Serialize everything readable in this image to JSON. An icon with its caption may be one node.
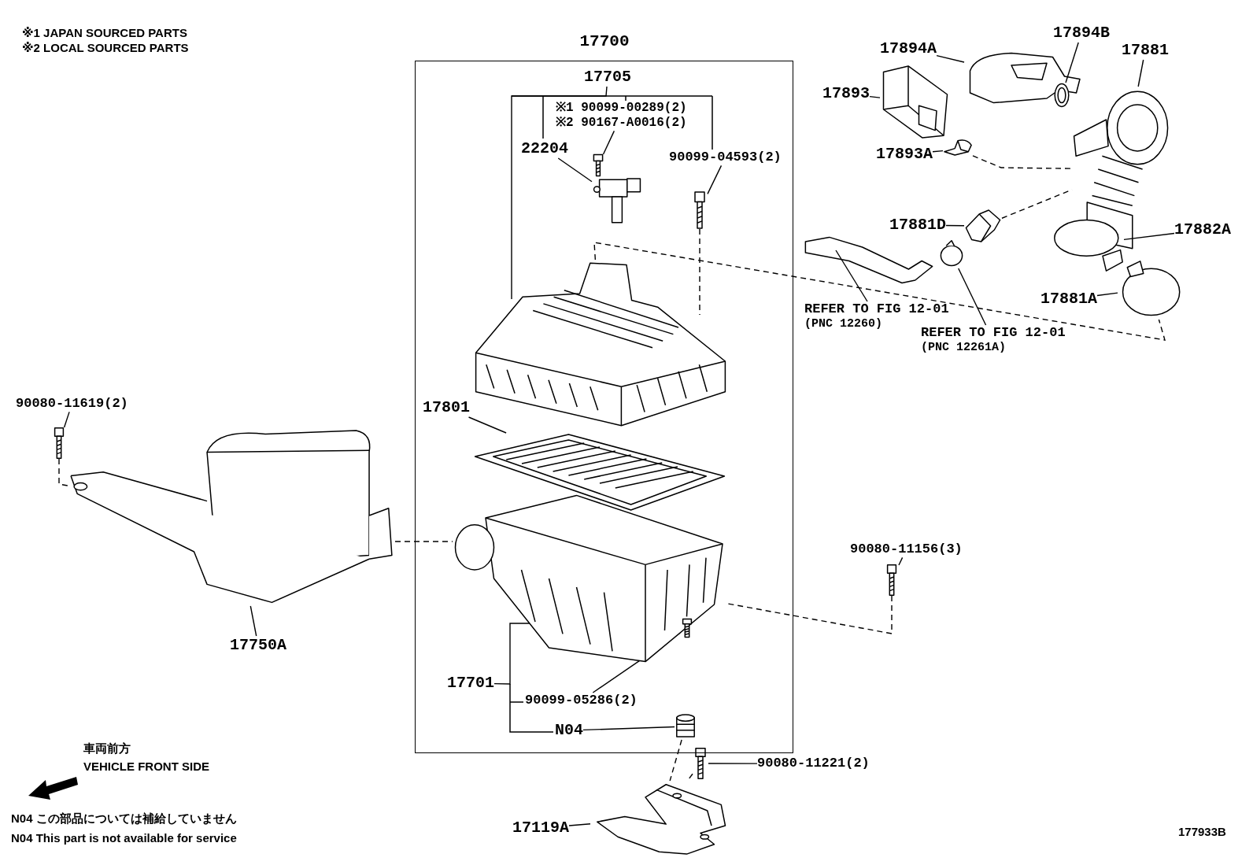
{
  "diagram": {
    "nodes": [
      {
        "text": [
          "17700"
        ]
      },
      {
        "text": [
          "17705"
        ],
        "in": 0
      },
      {
        "text": [
          "22204"
        ],
        "in": 0
      },
      {
        "text": [
          "※1 90099-00289(2)",
          "※2 90167-A0016(2)"
        ],
        "in": 0
      },
      {
        "text": [
          "90099-04593(2)"
        ],
        "in": 0
      },
      {
        "text": [],
        "shape": "picture",
        "in": 0
      },
      {
        "text": [],
        "shape": "picture",
        "in": 0
      },
      {
        "text": [],
        "shape": "picture",
        "in": 0
      },
      {
        "text": [],
        "shape": "picture",
        "in": 0
      },
      {
        "text": [
          "17801"
        ],
        "in": 0
      },
      {
        "text": [],
        "shape": "picture",
        "in": 0
      },
      {
        "text": [],
        "shape": "picture",
        "in": 0
      },
      {
        "text": [
          "17701"
        ],
        "in": 0
      },
      {
        "text": [
          "90099-05286(2)"
        ],
        "in": 0
      },
      {
        "text": [],
        "shape": "picture",
        "in": 0
      },
      {
        "text": [
          "N04"
        ],
        "in": 0
      },
      {
        "text": [],
        "shape": "picture",
        "in": 0
      },
      {
        "text": [
          "90080-11619(2)"
        ]
      },
      {
        "text": [],
        "shape": "picture"
      },
      {
        "text": [],
        "shape": "picture"
      },
      {
        "text": [
          "17750A"
        ]
      },
      {
        "text": [
          "90080-11156(3)"
        ]
      },
      {
        "text": [],
        "shape": "picture"
      },
      {
        "text": [
          "90080-11221(2)"
        ]
      },
      {
        "text": [],
        "shape": "picture"
      },
      {
        "text": [],
        "shape": "picture"
      },
      {
        "text": [
          "17119A"
        ]
      },
      {
        "text": [
          "17894A"
        ]
      },
      {
        "text": [],
        "shape": "picture"
      },
      {
        "text": [
          "17893"
        ]
      },
      {
        "text": [],
        "shape": "picture"
      },
      {
        "text": [
          "17893A"
        ]
      },
      {
        "text": [],
        "shape": "picture"
      },
      {
        "text": [
          "17894B"
        ]
      },
      {
        "text": [],
        "shape": "picture"
      },
      {
        "text": [
          "17881"
        ]
      },
      {
        "text": [],
        "shape": "picture"
      },
      {
        "text": [
          "17881D"
        ]
      },
      {
        "text": [],
        "shape": "picture"
      },
      {
        "text": [
          "17882A"
        ]
      },
      {
        "text": [],
        "shape": "picture"
      },
      {
        "text": [
          "17881A"
        ]
      },
      {
        "text": [],
        "shape": "picture"
      },
      {
        "text": [],
        "shape": "picture"
      },
      {
        "text": [
          "REFER TO FIG 12-01",
          "(PNC 12260)"
        ]
      },
      {
        "text": [],
        "shape": "picture"
      },
      {
        "text": [
          "REFER TO FIG 12-01",
          "(PNC 12261A)"
        ]
      }
    ],
    "edges": [
      {
        "from": 2,
        "to": 5,
        "arrow": "none"
      },
      {
        "from": 3,
        "to": 6,
        "arrow": "none"
      },
      {
        "from": 4,
        "to": 7,
        "arrow": "none"
      },
      {
        "from": 9,
        "to": 10,
        "arrow": "none"
      },
      {
        "from": 13,
        "to": 14,
        "arrow": "none"
      },
      {
        "from": 15,
        "to": 16,
        "arrow": "none"
      },
      {
        "from": 17,
        "to": 18,
        "arrow": "none"
      },
      {
        "from": 20,
        "to": 19,
        "arrow": "none"
      },
      {
        "from": 21,
        "to": 22,
        "arrow": "none"
      },
      {
        "from": 23,
        "to": 24,
        "arrow": "none"
      },
      {
        "from": 26,
        "to": 25,
        "arrow": "none"
      },
      {
        "from": 27,
        "to": 28,
        "arrow": "none"
      },
      {
        "from": 29,
        "to": 30,
        "arrow": "none"
      },
      {
        "from": 31,
        "to": 32,
        "arrow": "none"
      },
      {
        "from": 33,
        "to": 34,
        "arrow": "none"
      },
      {
        "from": 35,
        "to": 36,
        "arrow": "none"
      },
      {
        "from": 37,
        "to": 38,
        "arrow": "none"
      },
      {
        "from": 39,
        "to": 40,
        "arrow": "none"
      },
      {
        "from": 41,
        "to": 42,
        "arrow": "none"
      },
      {
        "from": 44,
        "to": 43,
        "arrow": "none"
      },
      {
        "from": 46,
        "to": 45,
        "arrow": "none"
      },
      {
        "from": 7,
        "to": 8,
        "arrow": "none",
        "style": "dashed"
      },
      {
        "from": 18,
        "to": 19,
        "arrow": "none",
        "style": "dashed"
      },
      {
        "from": 19,
        "to": 11,
        "arrow": "none",
        "style": "dashed"
      },
      {
        "from": 22,
        "to": 11,
        "arrow": "none",
        "style": "dashed"
      },
      {
        "from": 16,
        "to": 25,
        "arrow": "none",
        "style": "dashed"
      },
      {
        "from": 24,
        "to": 25,
        "arrow": "none",
        "style": "dashed"
      },
      {
        "from": 32,
        "to": 36,
        "arrow": "none",
        "style": "dashed"
      },
      {
        "from": 38,
        "to": 36,
        "arrow": "none",
        "style": "dashed"
      },
      {
        "from": 8,
        "to": 42,
        "arrow": "none",
        "style": "dashed"
      },
      {
        "from": 1,
        "to": 8,
        "arrow": "none"
      },
      {
        "from": 12,
        "to": 11,
        "arrow": "none"
      }
    ],
    "labels": [
      "※1 JAPAN SOURCED PARTS",
      "※2 LOCAL SOURCED PARTS",
      "車両前方",
      "VEHICLE FRONT SIDE",
      "N04 この部品については補給していません",
      "N04 This part is not available for service",
      "177933B"
    ]
  }
}
